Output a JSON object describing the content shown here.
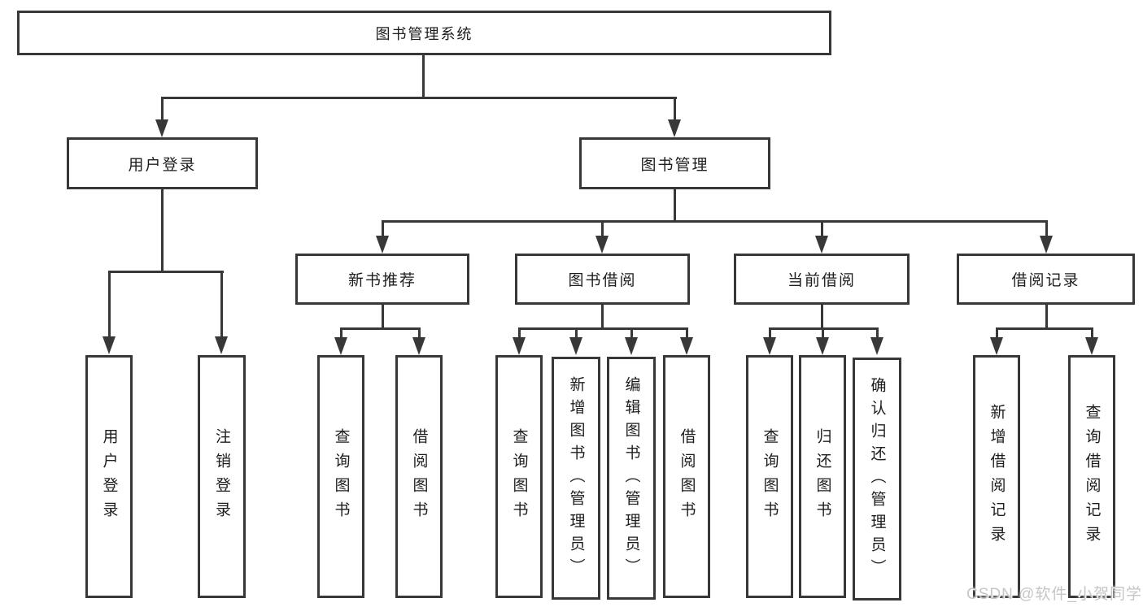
{
  "tree": {
    "label": "图书管理系统",
    "children": [
      {
        "label": "用户登录",
        "children": [
          {
            "label": "用户登录"
          },
          {
            "label": "注销登录"
          }
        ]
      },
      {
        "label": "图书管理",
        "children": [
          {
            "label": "新书推荐",
            "children": [
              {
                "label": "查询图书"
              },
              {
                "label": "借阅图书"
              }
            ]
          },
          {
            "label": "图书借阅",
            "children": [
              {
                "label": "查询图书"
              },
              {
                "label": "新增图书（管理员）"
              },
              {
                "label": "编辑图书（管理员）"
              },
              {
                "label": "借阅图书"
              }
            ]
          },
          {
            "label": "当前借阅",
            "children": [
              {
                "label": "查询图书"
              },
              {
                "label": "归还图书"
              },
              {
                "label": "确认归还（管理员）"
              }
            ]
          },
          {
            "label": "借阅记录",
            "children": [
              {
                "label": "新增借阅记录"
              },
              {
                "label": "查询借阅记录"
              }
            ]
          }
        ]
      }
    ]
  },
  "watermark": {
    "text": "CSDN @软件_小贺同学"
  },
  "colors": {
    "line": "#383838",
    "text": "#1d1d1d",
    "background": "#ffffff",
    "watermark": "#c6c6c6"
  }
}
